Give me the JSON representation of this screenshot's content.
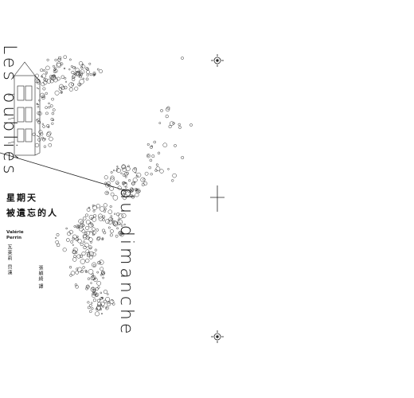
{
  "cover": {
    "title_fr_line1": "Les oubliés",
    "title_fr_line2": "du dimanche",
    "title_zh_line1": "星期天",
    "title_zh_line2": "被遺忘的人",
    "author_first": "Valérie",
    "author_last": "Perrin",
    "author_zh": "瓦萊莉",
    "author_role": "貝漢",
    "translator": "張穎綺 譯"
  },
  "colors": {
    "background": "#ffffff",
    "ink": "#111111"
  },
  "icons": [
    "crosshair-target-icon",
    "plus-cross-mark"
  ]
}
